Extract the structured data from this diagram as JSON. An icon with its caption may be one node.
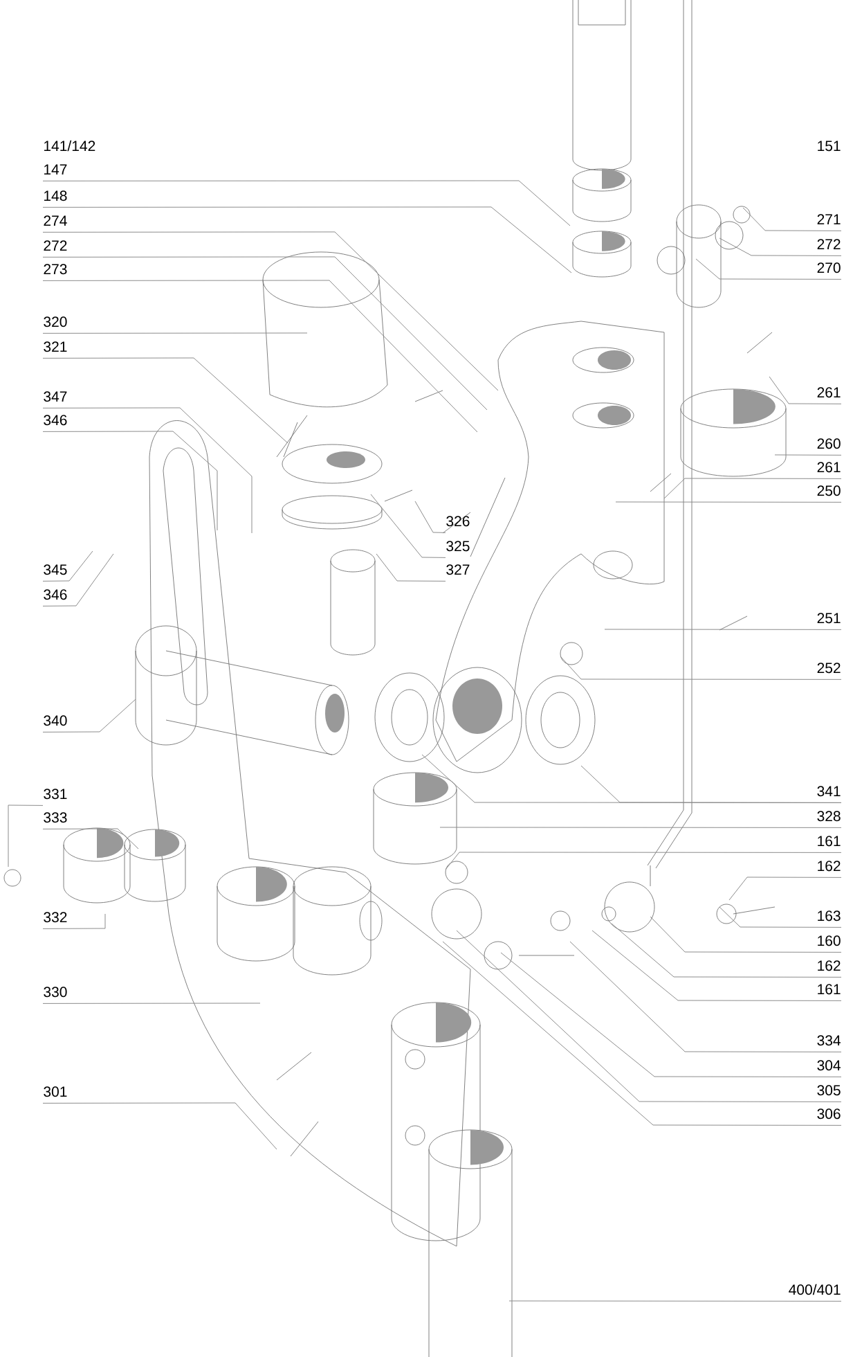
{
  "diagram": {
    "nodes": [
      {
        "text": [
          "147"
        ]
      },
      {
        "text": [
          "148"
        ]
      },
      {
        "text": [
          "274"
        ]
      },
      {
        "text": [
          "272"
        ]
      },
      {
        "text": [
          "273"
        ]
      },
      {
        "text": [
          "320"
        ]
      },
      {
        "text": [
          "321"
        ]
      },
      {
        "text": [
          "347"
        ]
      },
      {
        "text": [
          "346"
        ]
      },
      {
        "text": [
          "345"
        ]
      },
      {
        "text": [
          "346"
        ]
      },
      {
        "text": [
          "340"
        ]
      },
      {
        "text": [
          "331"
        ]
      },
      {
        "text": [
          "333"
        ]
      },
      {
        "text": [
          "332"
        ]
      },
      {
        "text": [
          "330"
        ]
      },
      {
        "text": [
          "301"
        ]
      },
      {
        "text": [
          "326"
        ]
      },
      {
        "text": [
          "325"
        ]
      },
      {
        "text": [
          "327"
        ]
      },
      {
        "text": [
          "271"
        ]
      },
      {
        "text": [
          "272"
        ]
      },
      {
        "text": [
          "270"
        ]
      },
      {
        "text": [
          "261"
        ]
      },
      {
        "text": [
          "260"
        ]
      },
      {
        "text": [
          "261"
        ]
      },
      {
        "text": [
          "250"
        ]
      },
      {
        "text": [
          "251"
        ]
      },
      {
        "text": [
          "252"
        ]
      },
      {
        "text": [
          "341"
        ]
      },
      {
        "text": [
          "328"
        ]
      },
      {
        "text": [
          "161"
        ]
      },
      {
        "text": [
          "162"
        ]
      },
      {
        "text": [
          "163"
        ]
      },
      {
        "text": [
          "160"
        ]
      },
      {
        "text": [
          "162"
        ]
      },
      {
        "text": [
          "161"
        ]
      },
      {
        "text": [
          "334"
        ]
      },
      {
        "text": [
          "304"
        ]
      },
      {
        "text": [
          "305"
        ]
      },
      {
        "text": [
          "306"
        ]
      },
      {
        "text": [
          "400/401"
        ]
      }
    ],
    "edges": [
      {
        "from": 0,
        "to": null,
        "arrow": "none"
      },
      {
        "from": 1,
        "to": null,
        "arrow": "none"
      },
      {
        "from": 2,
        "to": null,
        "arrow": "none"
      },
      {
        "from": 3,
        "to": null,
        "arrow": "none"
      },
      {
        "from": 4,
        "to": null,
        "arrow": "none"
      },
      {
        "from": 5,
        "to": null,
        "arrow": "none"
      },
      {
        "from": 6,
        "to": null,
        "arrow": "none"
      },
      {
        "from": 7,
        "to": null,
        "arrow": "none"
      },
      {
        "from": 8,
        "to": null,
        "arrow": "none"
      },
      {
        "from": 9,
        "to": null,
        "arrow": "none"
      },
      {
        "from": 10,
        "to": null,
        "arrow": "none"
      },
      {
        "from": 11,
        "to": null,
        "arrow": "none"
      },
      {
        "from": 12,
        "to": null,
        "arrow": "none"
      },
      {
        "from": 13,
        "to": null,
        "arrow": "none"
      },
      {
        "from": 14,
        "to": null,
        "arrow": "none"
      },
      {
        "from": 15,
        "to": null,
        "arrow": "none"
      },
      {
        "from": 16,
        "to": null,
        "arrow": "none"
      },
      {
        "from": 17,
        "to": null,
        "arrow": "none"
      },
      {
        "from": 18,
        "to": null,
        "arrow": "none"
      },
      {
        "from": 19,
        "to": null,
        "arrow": "none"
      },
      {
        "from": 20,
        "to": null,
        "arrow": "none"
      },
      {
        "from": 21,
        "to": null,
        "arrow": "none"
      },
      {
        "from": 22,
        "to": null,
        "arrow": "none"
      },
      {
        "from": 23,
        "to": null,
        "arrow": "none"
      },
      {
        "from": 24,
        "to": null,
        "arrow": "none"
      },
      {
        "from": 25,
        "to": null,
        "arrow": "none"
      },
      {
        "from": 26,
        "to": null,
        "arrow": "none"
      },
      {
        "from": 27,
        "to": null,
        "arrow": "none"
      },
      {
        "from": 28,
        "to": null,
        "arrow": "none"
      },
      {
        "from": 29,
        "to": null,
        "arrow": "none"
      },
      {
        "from": 29,
        "to": null,
        "arrow": "none"
      },
      {
        "from": 30,
        "to": null,
        "arrow": "none"
      },
      {
        "from": 31,
        "to": null,
        "arrow": "none"
      },
      {
        "from": 32,
        "to": null,
        "arrow": "none"
      },
      {
        "from": 33,
        "to": null,
        "arrow": "none"
      },
      {
        "from": 34,
        "to": null,
        "arrow": "none"
      },
      {
        "from": 35,
        "to": null,
        "arrow": "none"
      },
      {
        "from": 36,
        "to": null,
        "arrow": "none"
      },
      {
        "from": 37,
        "to": null,
        "arrow": "none"
      },
      {
        "from": 38,
        "to": null,
        "arrow": "none"
      },
      {
        "from": 39,
        "to": null,
        "arrow": "none"
      },
      {
        "from": 40,
        "to": null,
        "arrow": "none"
      },
      {
        "from": 41,
        "to": null,
        "arrow": "none"
      }
    ],
    "labels": [
      "141/142",
      "151"
    ]
  }
}
